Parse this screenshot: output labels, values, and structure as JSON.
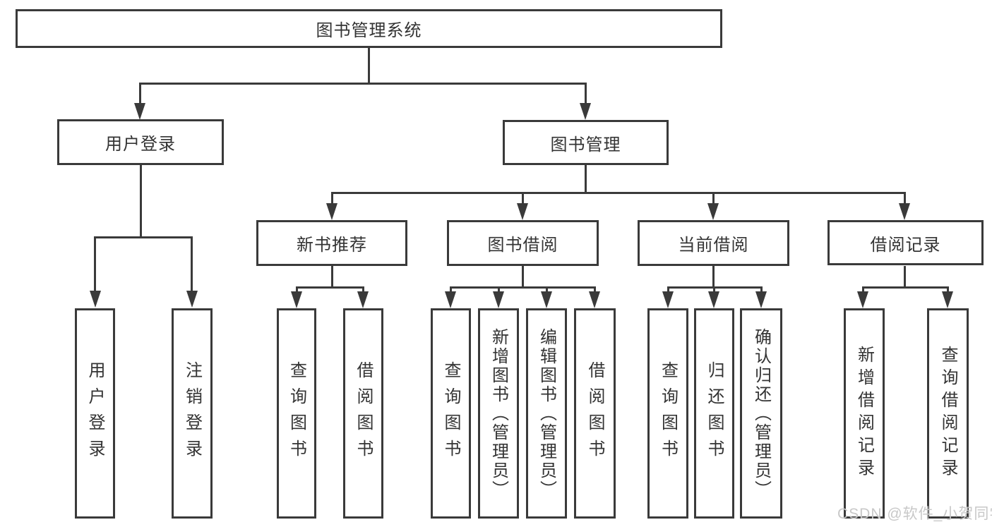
{
  "palette": {
    "line": "#3a3a3a",
    "box_bg": "#ffffff",
    "page_bg": "#ffffff",
    "text": "#333333",
    "watermark": "#c8c8c8"
  },
  "diagram": {
    "root": {
      "label": "图书管理系统"
    },
    "branches": [
      {
        "label": "用户登录",
        "children": [
          {
            "label": "用户登录"
          },
          {
            "label": "注销登录"
          }
        ]
      },
      {
        "label": "图书管理",
        "children": [
          {
            "label": "新书推荐",
            "children": [
              {
                "label": "查询图书"
              },
              {
                "label": "借阅图书"
              }
            ]
          },
          {
            "label": "图书借阅",
            "children": [
              {
                "label": "查询图书"
              },
              {
                "label": "新增图书（管理员）"
              },
              {
                "label": "编辑图书（管理员）"
              },
              {
                "label": "借阅图书"
              }
            ]
          },
          {
            "label": "当前借阅",
            "children": [
              {
                "label": "查询图书"
              },
              {
                "label": "归还图书"
              },
              {
                "label": "确认归还（管理员）"
              }
            ]
          },
          {
            "label": "借阅记录",
            "children": [
              {
                "label": "新增借阅记录"
              },
              {
                "label": "查询借阅记录"
              }
            ]
          }
        ]
      }
    ]
  },
  "watermark": {
    "text": "CSDN @软件_小贺同学"
  }
}
